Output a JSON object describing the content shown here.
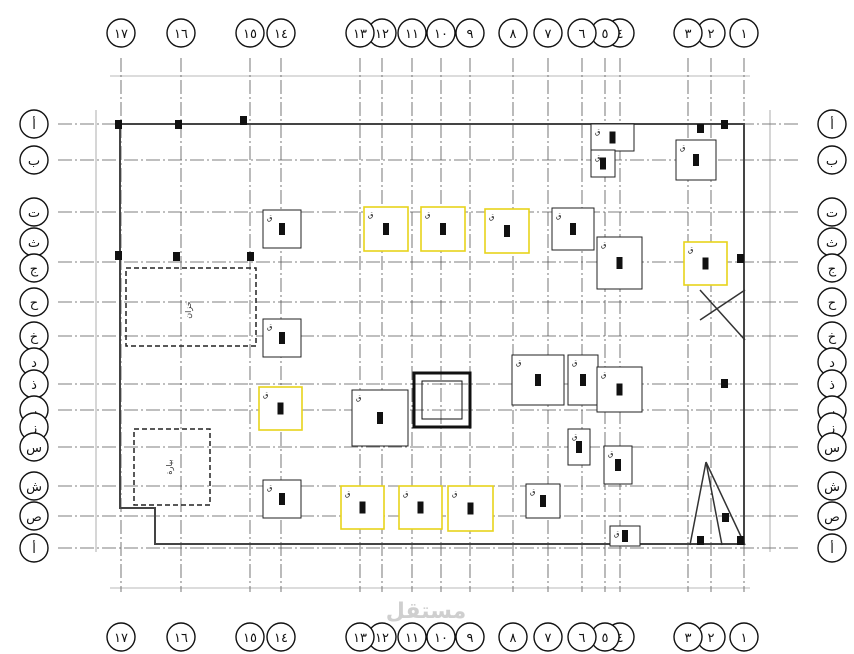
{
  "drawing": {
    "column_axes": [
      {
        "id": "c1",
        "label": "١"
      },
      {
        "id": "c2",
        "label": "٢"
      },
      {
        "id": "c3",
        "label": "٣"
      },
      {
        "id": "c4",
        "label": "٤"
      },
      {
        "id": "c5",
        "label": "٥"
      },
      {
        "id": "c6",
        "label": "٦"
      },
      {
        "id": "c7",
        "label": "٧"
      },
      {
        "id": "c8",
        "label": "٨"
      },
      {
        "id": "c9",
        "label": "٩"
      },
      {
        "id": "c10",
        "label": "١٠"
      },
      {
        "id": "c11",
        "label": "١١"
      },
      {
        "id": "c12",
        "label": "١٢"
      },
      {
        "id": "c13",
        "label": "١٣"
      },
      {
        "id": "c14",
        "label": "١٤"
      },
      {
        "id": "c15",
        "label": "١٥"
      },
      {
        "id": "c16",
        "label": "١٦"
      },
      {
        "id": "c17",
        "label": "١٧"
      }
    ],
    "row_axes": [
      {
        "id": "r1",
        "label": "أ"
      },
      {
        "id": "r2",
        "label": "ب"
      },
      {
        "id": "r3",
        "label": "ت"
      },
      {
        "id": "r4",
        "label": "ث"
      },
      {
        "id": "r5",
        "label": "ج"
      },
      {
        "id": "r6",
        "label": "ح"
      },
      {
        "id": "r7",
        "label": "خ"
      },
      {
        "id": "r8",
        "label": "د"
      },
      {
        "id": "r9",
        "label": "ذ"
      },
      {
        "id": "r10",
        "label": "ر"
      },
      {
        "id": "r11",
        "label": "ز"
      },
      {
        "id": "r12",
        "label": "س"
      },
      {
        "id": "r13",
        "label": "ش"
      },
      {
        "id": "r14",
        "label": "ص"
      }
    ],
    "footing_tag": "ق",
    "tank_labels": [
      "خزان",
      "بيارة"
    ],
    "watermark": "مستقل"
  }
}
